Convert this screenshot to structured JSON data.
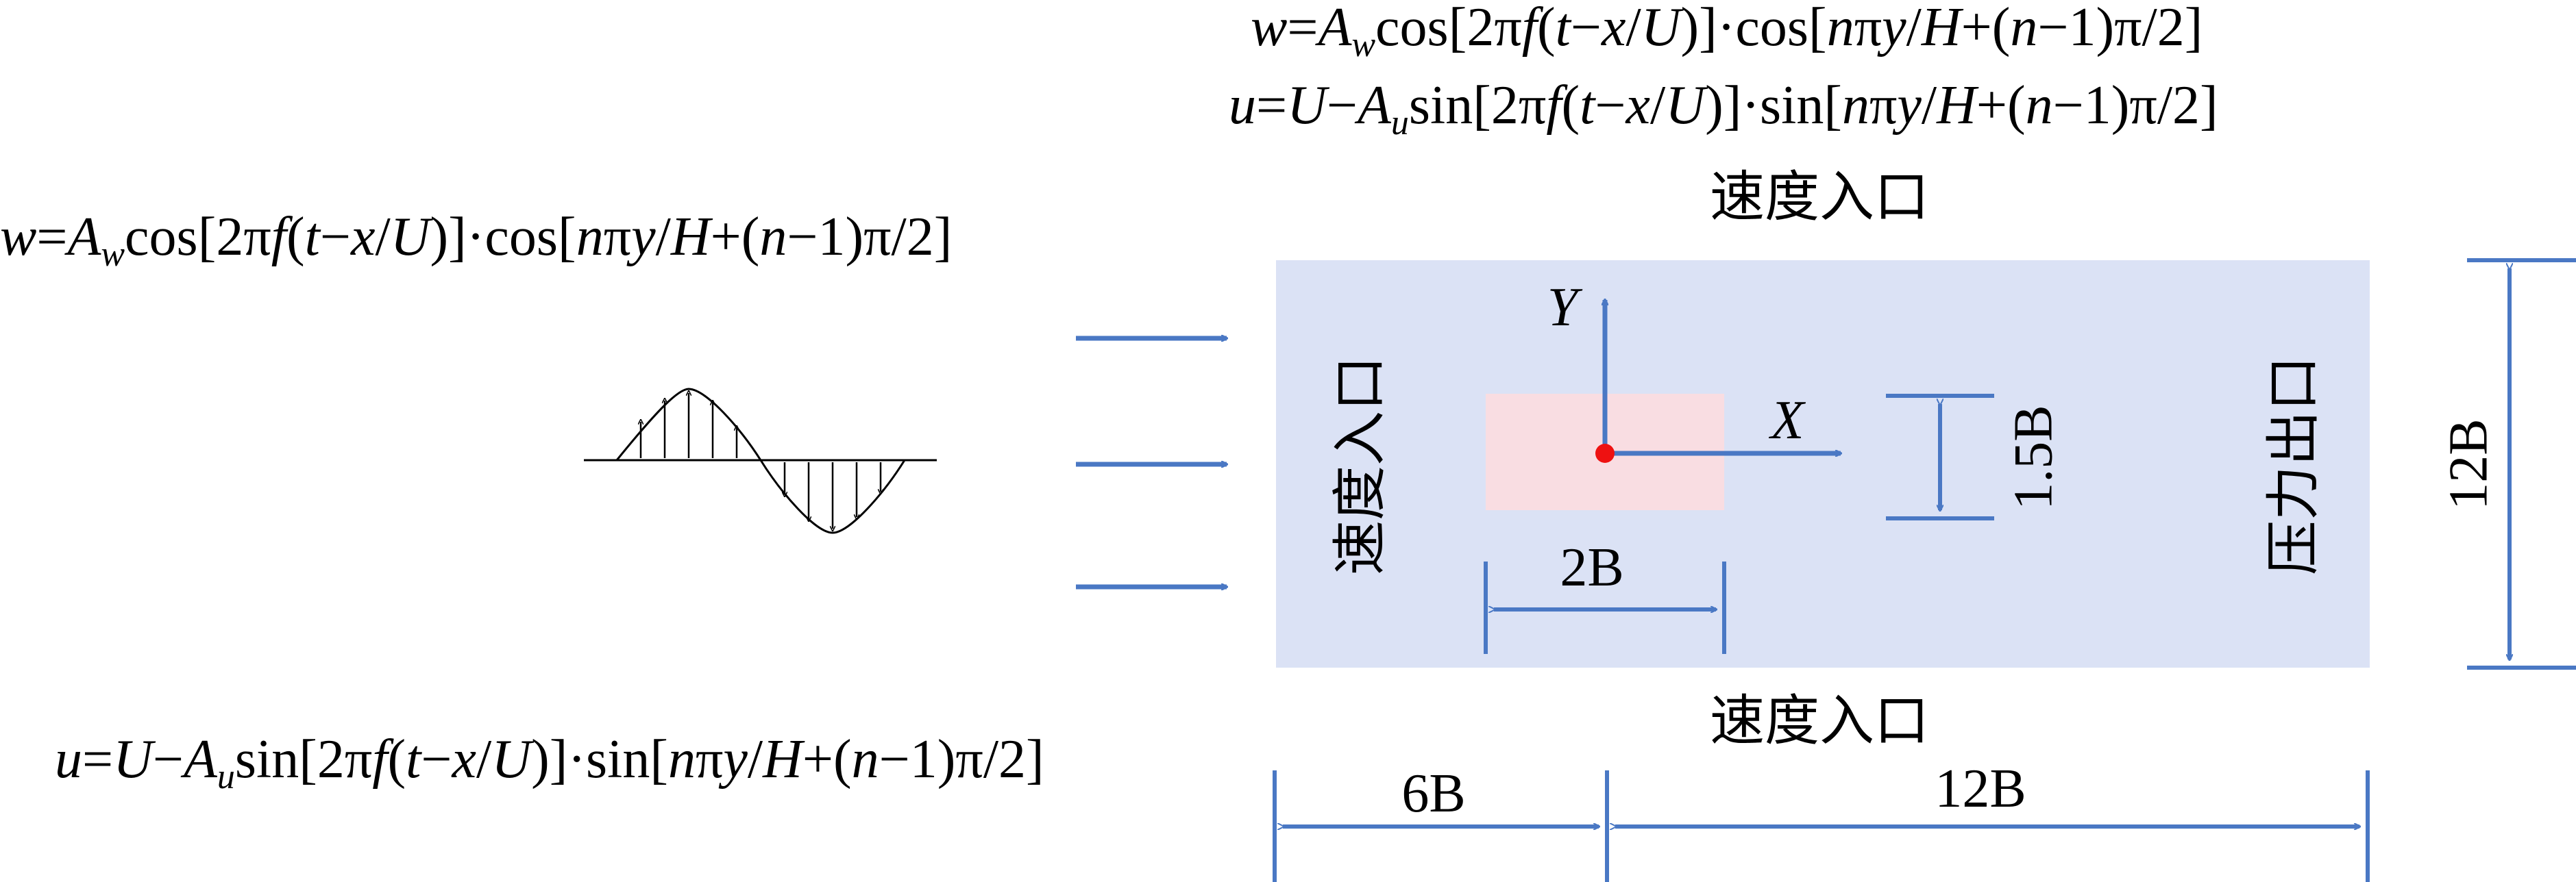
{
  "colors": {
    "domain": "#dbe2f5",
    "body": "#f9dde2",
    "arrow": "#4a78c4",
    "origin": "#ee1111",
    "ink": "#000000"
  },
  "formulas": {
    "top_w": {
      "w": "w",
      "eq": "=",
      "A": "A",
      "Asub": "w",
      "p1": "cos[2π",
      "f": "f",
      "p2": "(",
      "t": "t",
      "p3": "−",
      "x": "x",
      "p4": "/",
      "U": "U",
      "p5": ")]·cos[",
      "n": "n",
      "p6": "π",
      "y": "y",
      "p7": "/",
      "H": "H",
      "p8": "+(",
      "n2": "n",
      "p9": "−1)π/2]"
    },
    "top_u": {
      "u": "u",
      "eq": "=",
      "U0": "U",
      "minus": "−",
      "A": "A",
      "Asub": "u",
      "p1": "sin[2π",
      "f": "f",
      "p2": "(",
      "t": "t",
      "p3": "−",
      "x": "x",
      "p4": "/",
      "U": "U",
      "p5": ")]·sin[",
      "n": "n",
      "p6": "π",
      "y": "y",
      "p7": "/",
      "H": "H",
      "p8": "+(",
      "n2": "n",
      "p9": "−1)π/2]"
    }
  },
  "labels": {
    "inlet_top": "速度入口",
    "inlet_bottom": "速度入口",
    "inlet_left": "速度入口",
    "outlet_right": "压力出口",
    "axis_x": "X",
    "axis_y": "Y",
    "dim_width": "2B",
    "dim_height": "1.5B",
    "dim_domain_height": "12B",
    "dim_upstream": "6B",
    "dim_downstream": "12B"
  }
}
